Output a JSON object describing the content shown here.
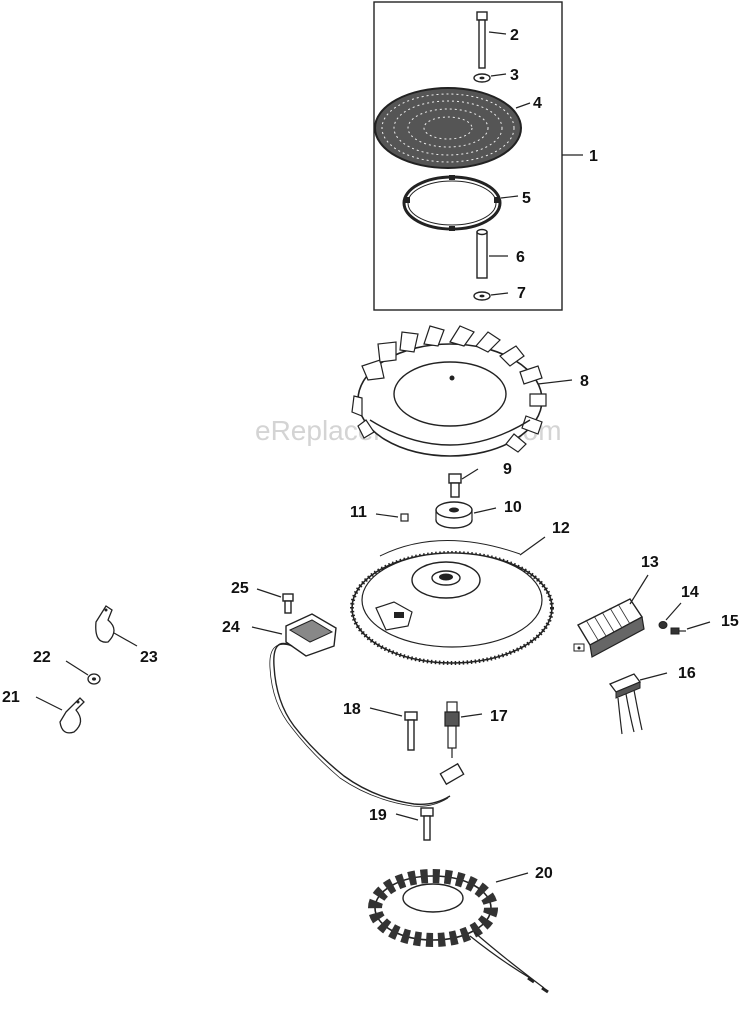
{
  "watermark": "eReplacementParts.com",
  "callouts": {
    "c1": "1",
    "c2": "2",
    "c3": "3",
    "c4": "4",
    "c5": "5",
    "c6": "6",
    "c7": "7",
    "c8": "8",
    "c9": "9",
    "c10": "10",
    "c11": "11",
    "c12": "12",
    "c13": "13",
    "c14": "14",
    "c15": "15",
    "c16": "16",
    "c17": "17",
    "c18": "18",
    "c19": "19",
    "c20": "20",
    "c21": "21",
    "c22": "22",
    "c23": "23",
    "c24": "24",
    "c25": "25"
  },
  "colors": {
    "line": "#222222",
    "watermark": "#d4d4d4",
    "background": "#ffffff"
  }
}
